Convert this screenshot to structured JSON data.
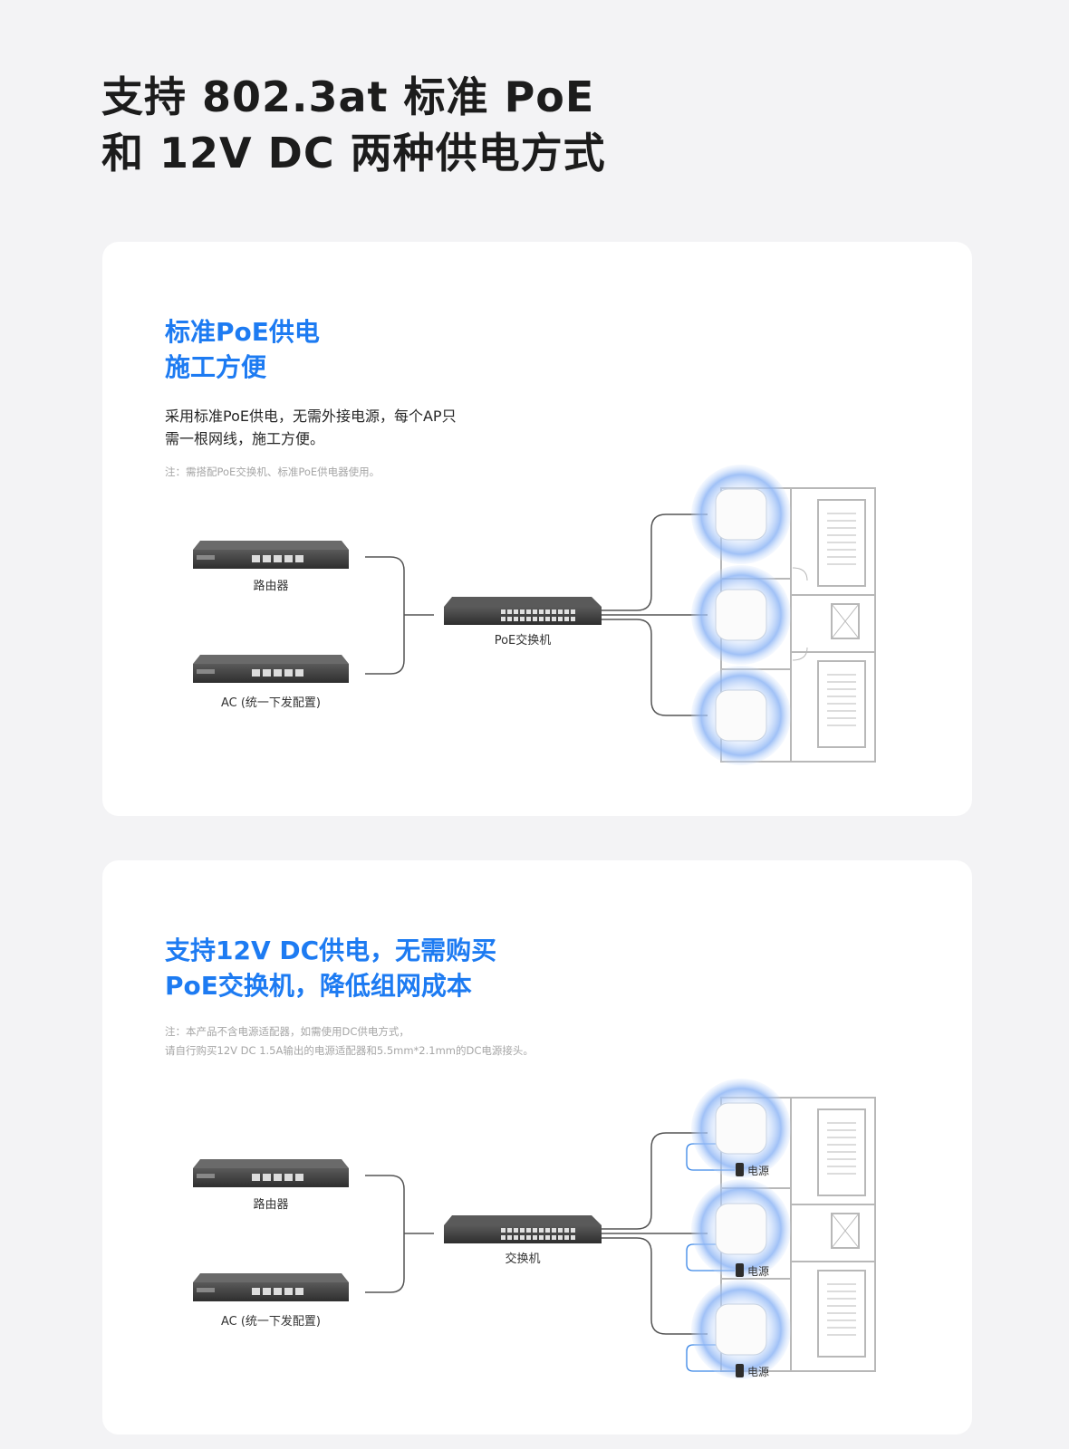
{
  "page": {
    "title_line1": "支持 802.3at 标准 PoE",
    "title_line2": "和 12V DC 两种供电方式"
  },
  "section_poe": {
    "heading_line1": "标准PoE供电",
    "heading_line2": "施工方便",
    "desc_line1": "采用标准PoE供电，无需外接电源，每个AP只",
    "desc_line2": "需一根网线，施工方便。",
    "note": "注：需搭配PoE交换机、标准PoE供电器使用。",
    "router_label": "路由器",
    "ac_label": "AC (统一下发配置)",
    "switch_label": "PoE交换机"
  },
  "section_dc": {
    "heading_line1": "支持12V DC供电，无需购买",
    "heading_line2": "PoE交换机，降低组网成本",
    "note_line1": "注：本产品不含电源适配器，如需使用DC供电方式，",
    "note_line2": "请自行购买12V DC 1.5A输出的电源适配器和5.5mm*2.1mm的DC电源接头。",
    "router_label": "路由器",
    "ac_label": "AC (统一下发配置)",
    "switch_label": "交换机",
    "power_labels": [
      "电源",
      "电源",
      "电源"
    ]
  },
  "colors": {
    "accent": "#1d7bf2",
    "ap_glow": "#8fb6f5",
    "device_dark": "#3a3a3a",
    "floor_plan": "#b8b8b8",
    "cable": "#555555",
    "power_cable": "#3a86e6"
  }
}
